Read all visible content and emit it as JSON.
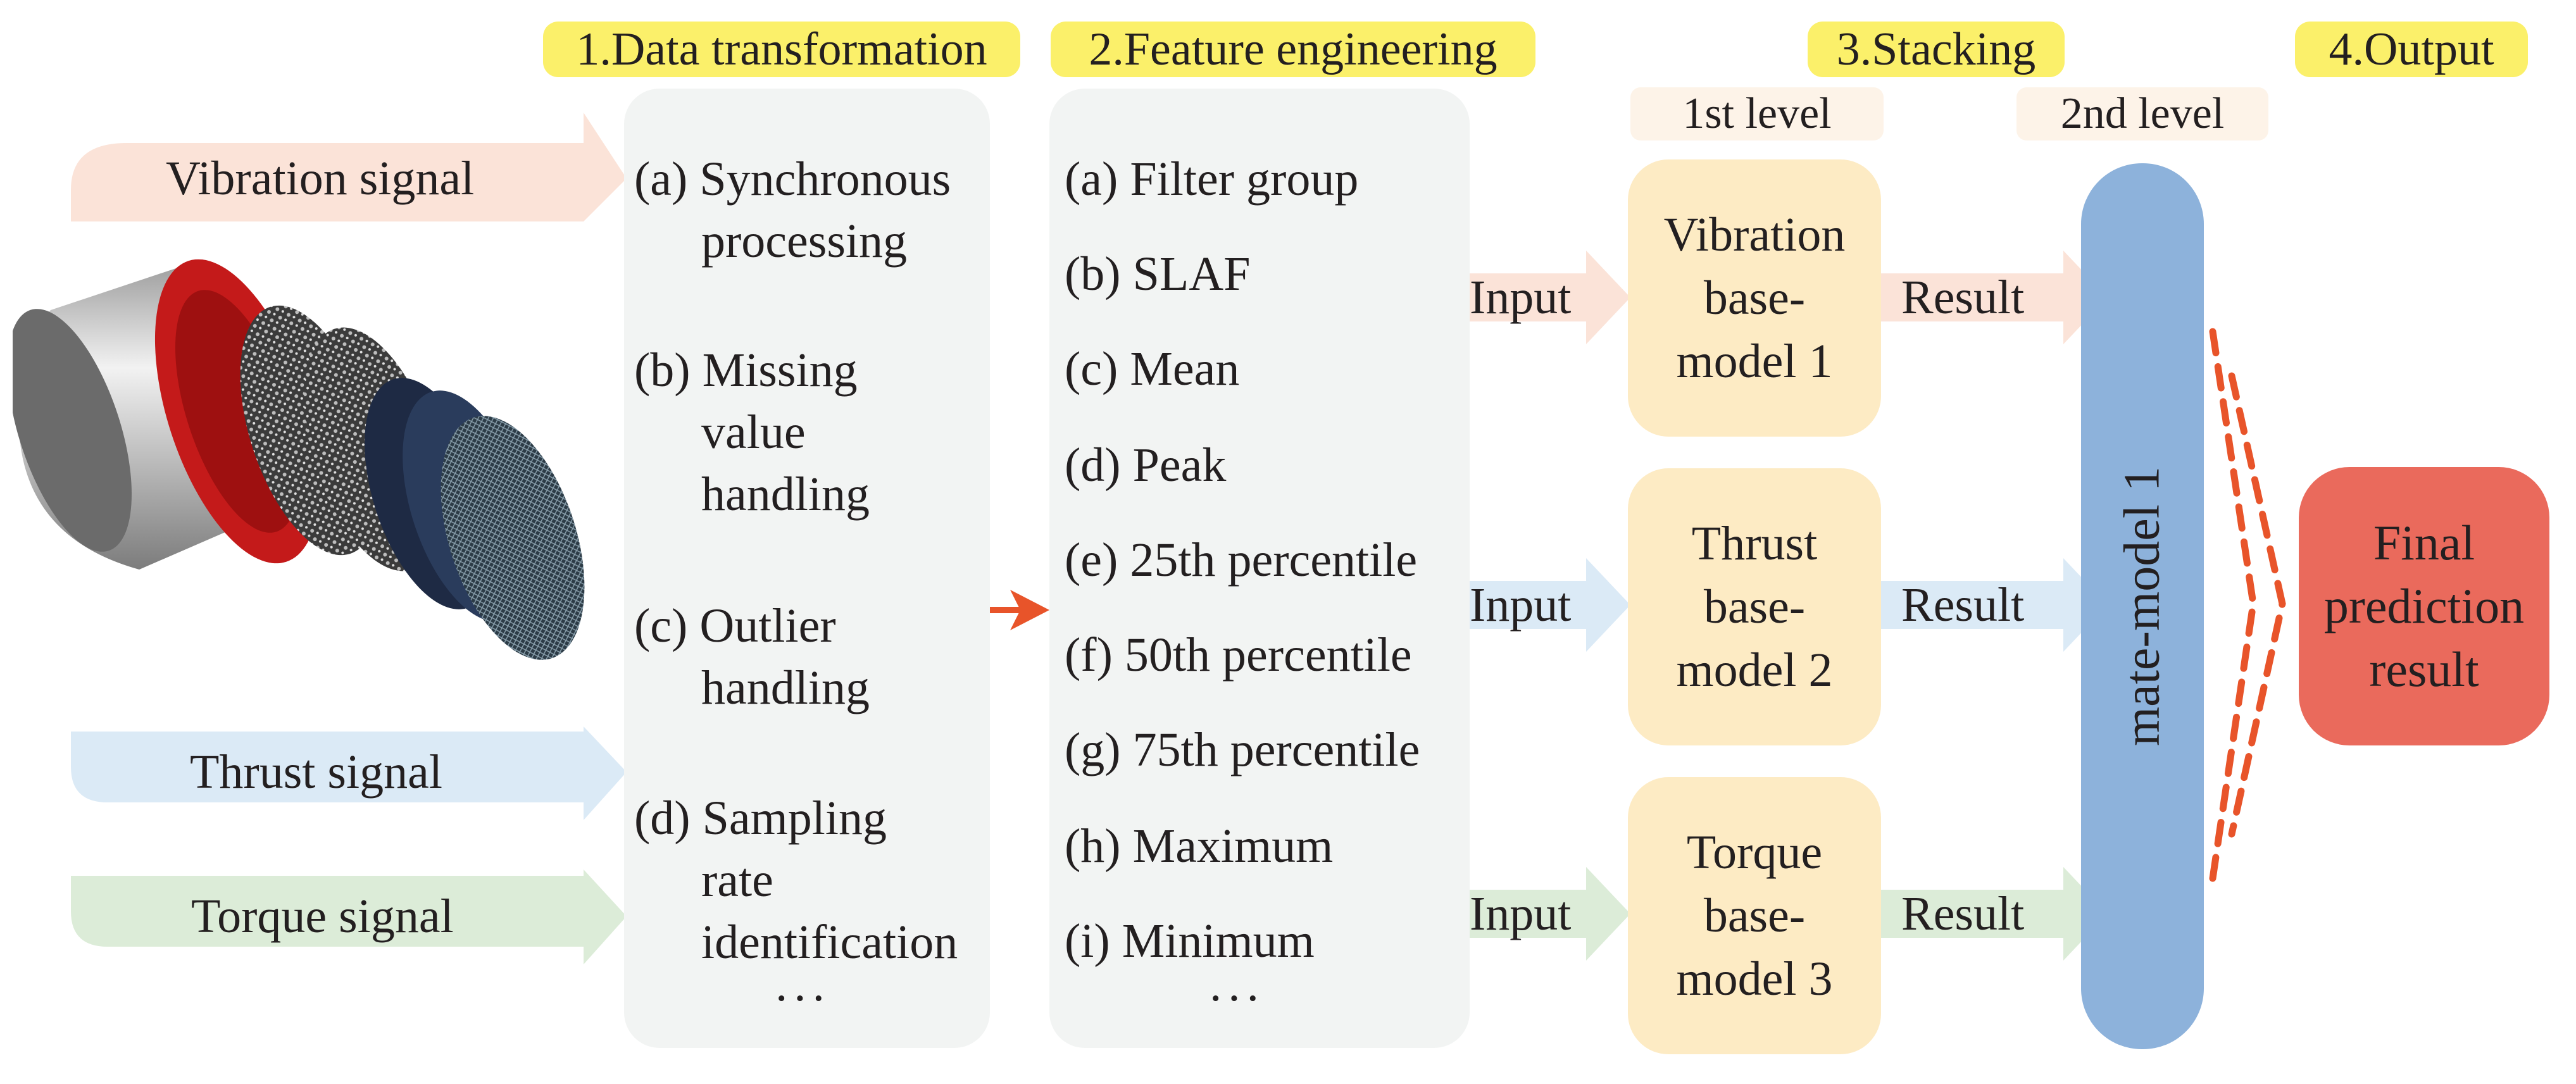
{
  "stages": {
    "s1": "1.Data transformation",
    "s2": "2.Feature engineering",
    "s3": "3.Stacking",
    "s4": "4.Output"
  },
  "levels": {
    "first": "1st level",
    "second": "2nd level"
  },
  "signals": {
    "vibration": "Vibration signal",
    "thrust": "Thrust  signal",
    "torque": "Torque signal"
  },
  "transformation": {
    "a1": "(a) Synchronous",
    "a2": "processing",
    "b1": "(b) Missing",
    "b2": "value",
    "b3": "handling",
    "c1": "(c) Outlier",
    "c2": "handling",
    "d1": "(d) Sampling",
    "d2": "rate",
    "d3": "identification",
    "more": "···"
  },
  "features": {
    "a": "(a) Filter group",
    "b": "(b) SLAF",
    "c": "(c) Mean",
    "d": "(d) Peak",
    "e": "(e) 25th percentile",
    "f": "(f) 50th percentile",
    "g": "(g) 75th percentile",
    "h": "(h) Maximum",
    "i": "(i) Minimum",
    "more": "···"
  },
  "arrows": {
    "input": "Input",
    "result": "Result"
  },
  "base_models": [
    {
      "l1": "Vibration",
      "l2": "base-",
      "l3": "model 1"
    },
    {
      "l1": "Thrust",
      "l2": "base-",
      "l3": "model 2"
    },
    {
      "l1": "Torque",
      "l2": "base-",
      "l3": "model 3"
    }
  ],
  "meta_model": "mate-model 1",
  "final": {
    "l1": "Final",
    "l2": "prediction",
    "l3": "result"
  },
  "colors": {
    "stage_bg": "#fbf06a",
    "vibration": "#fbe3d8",
    "thrust": "#dbeaf6",
    "torque": "#dcecd8",
    "base_model": "#fdebc4",
    "meta_model": "#8db2db",
    "final": "#ea6a5c",
    "accent_arrow": "#e8542a"
  }
}
